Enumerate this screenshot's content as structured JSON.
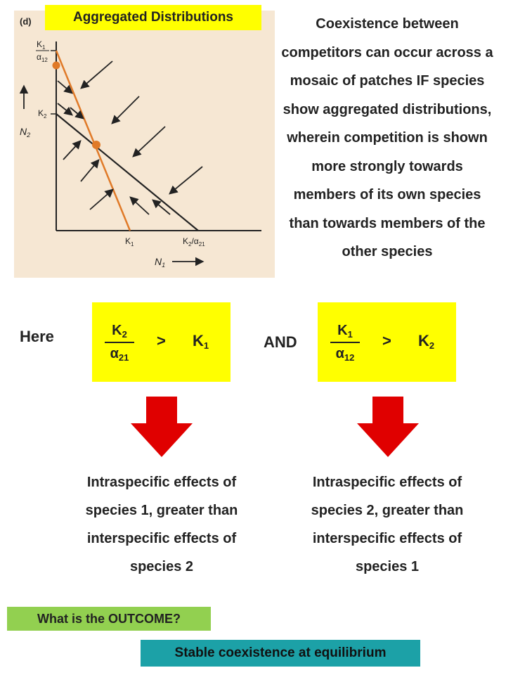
{
  "graph": {
    "panel_letter": "(d)",
    "title": "Aggregated Distributions",
    "y_axis_label": "N",
    "y_axis_sub": "2",
    "x_axis_label": "N",
    "x_axis_sub": "1",
    "tick_k1_over_a12": {
      "num": "K",
      "num_sub": "1",
      "den": "α",
      "den_sub": "12"
    },
    "tick_k2": {
      "base": "K",
      "sub": "2"
    },
    "tick_k1": {
      "base": "K",
      "sub": "1"
    },
    "tick_k2_over_a21": {
      "base": "K",
      "sub": "2",
      "slash": "/α",
      "slash_sub": "21"
    },
    "colors": {
      "panel": "#f6e7d3",
      "species1_isocline": "#e07a28",
      "species2_isocline": "#222222",
      "badge": "#ffff00"
    }
  },
  "description": "Coexistence between competitors can occur across a mosaic of patches IF species show aggregated distributions, wherein competition is shown more strongly towards members of its own species than towards members of the other species",
  "conditions": {
    "here_label": "Here",
    "and_label": "AND",
    "left": {
      "num": "K",
      "num_sub": "2",
      "den": "α",
      "den_sub": "21",
      "op": ">",
      "rhs": "K",
      "rhs_sub": "1"
    },
    "right": {
      "num": "K",
      "num_sub": "1",
      "den": "α",
      "den_sub": "12",
      "op": ">",
      "rhs": "K",
      "rhs_sub": "2"
    }
  },
  "arrow_color": "#e00000",
  "effects": {
    "left": "Intraspecific effects of species 1, greater than interspecific effects of species 2",
    "right": "Intraspecific effects of species 2, greater than interspecific effects of species 1"
  },
  "question": "What is the OUTCOME?",
  "outcome": "Stable coexistence at equilibrium"
}
